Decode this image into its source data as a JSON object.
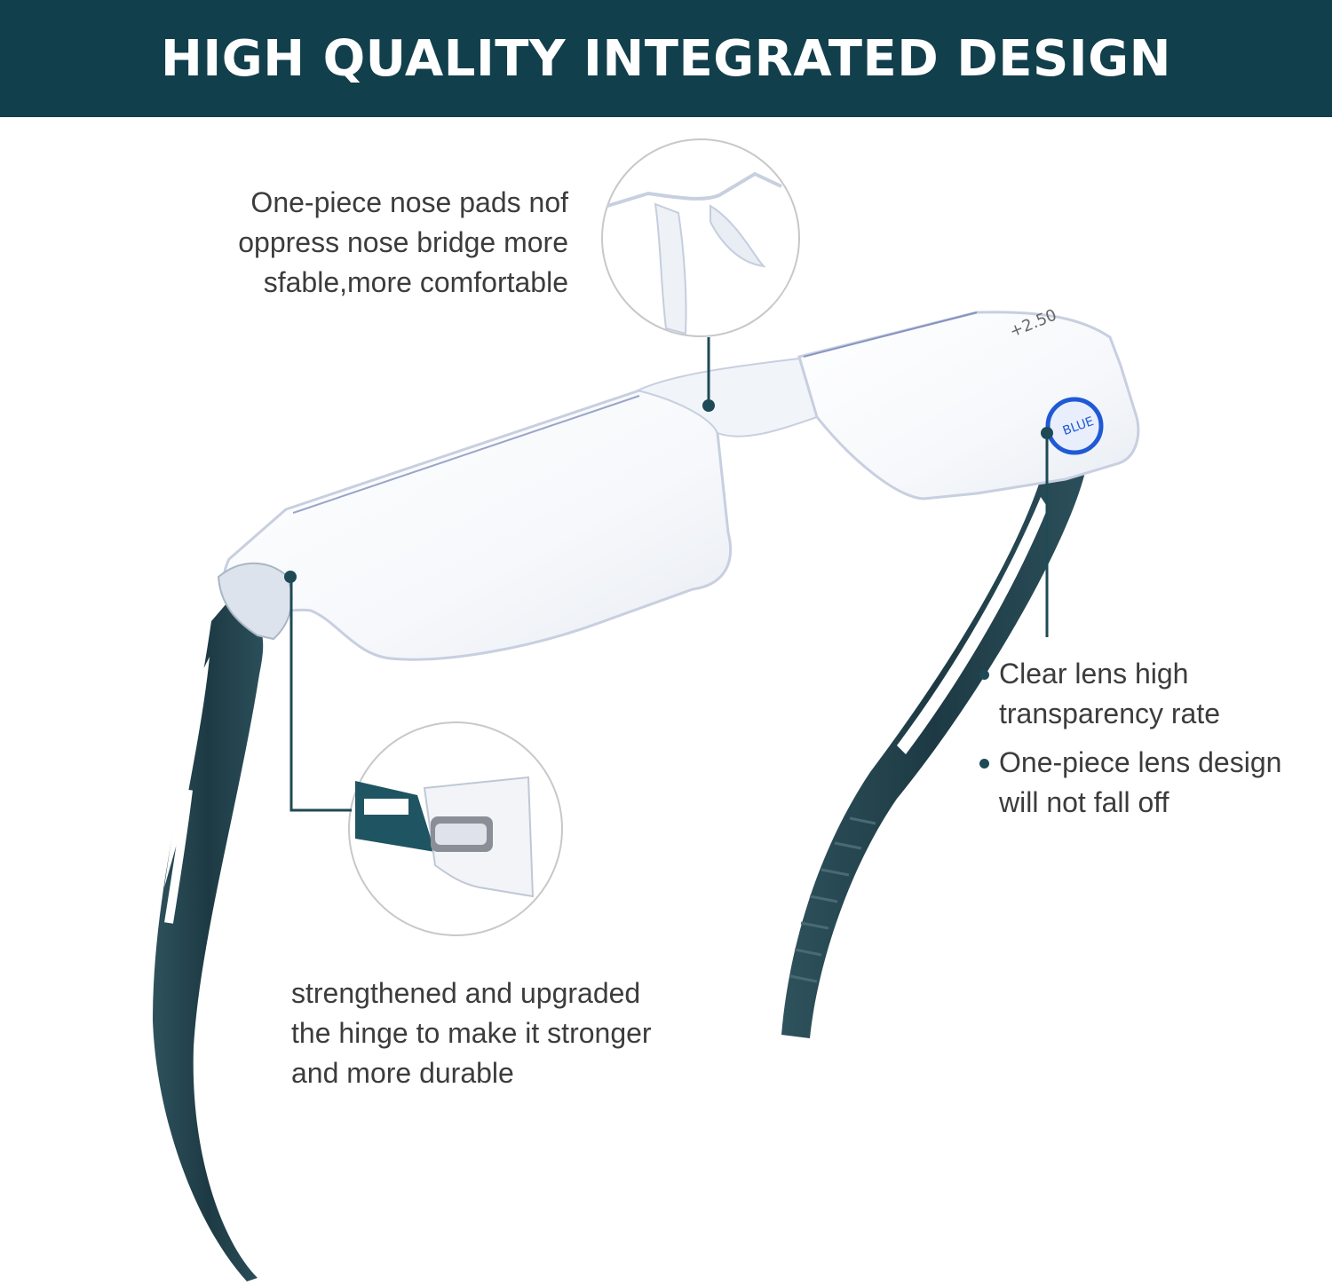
{
  "banner": {
    "title": "HIGH QUALITY INTEGRATED DESIGN"
  },
  "callouts": {
    "nose_pads": [
      "One-piece nose pads nof",
      "oppress nose bridge more",
      "sfable,more comfortable"
    ],
    "hinge": [
      "strengthened and upgraded",
      "the hinge to make it stronger",
      "and more durable"
    ],
    "lens_bullets": [
      [
        "Clear lens high",
        "transparency rate"
      ],
      [
        "One-piece lens design",
        "will not fall off"
      ]
    ]
  },
  "lens_marks": {
    "power": "+2.50",
    "badge": "BLUE"
  },
  "colors": {
    "banner": "#123f4c",
    "temple": "#23414b",
    "callout_line": "#1e4a56",
    "text": "#3c3c3c"
  }
}
